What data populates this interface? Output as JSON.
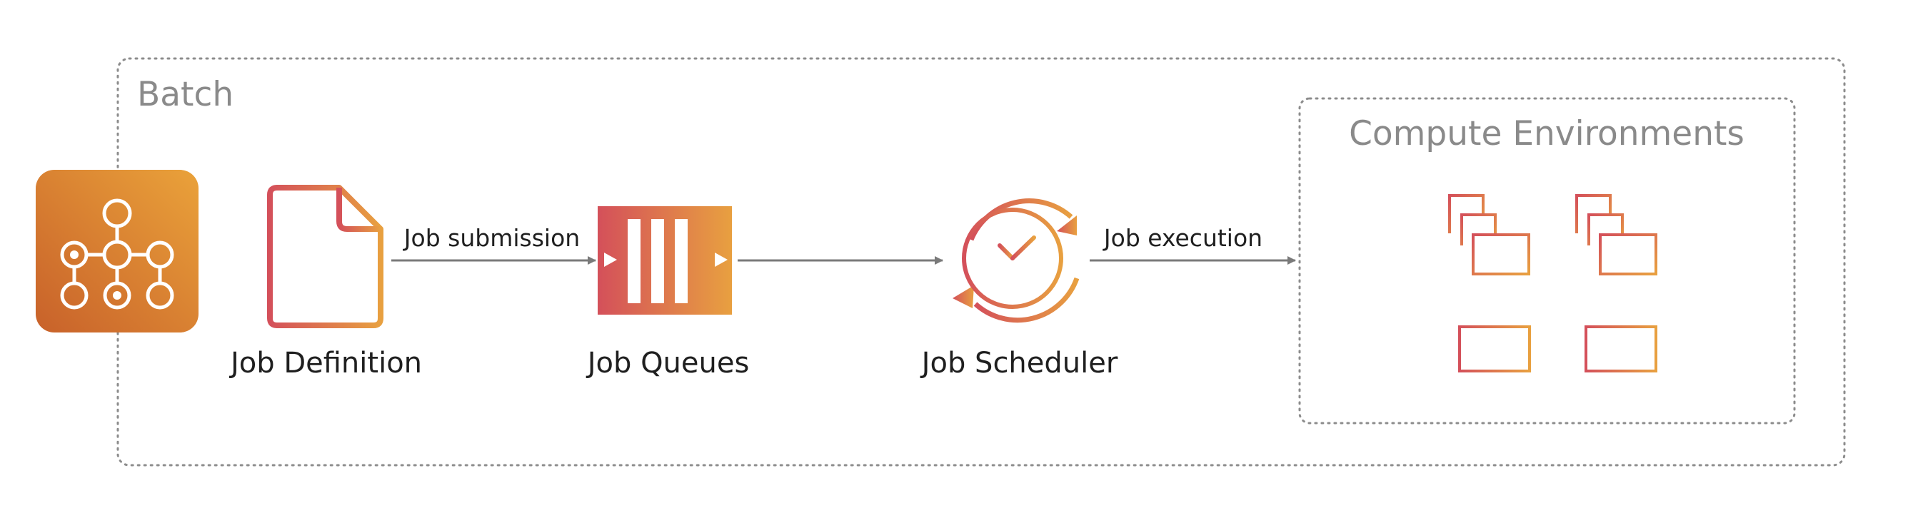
{
  "diagram": {
    "batch_group": {
      "label": "Batch"
    },
    "compute_group": {
      "label": "Compute Environments"
    },
    "nodes": {
      "job_definition": {
        "label": "Job Definition"
      },
      "job_queues": {
        "label": "Job Queues"
      },
      "job_scheduler": {
        "label": "Job Scheduler"
      }
    },
    "edges": {
      "submission": {
        "label": "Job submission"
      },
      "to_scheduler": {
        "label": ""
      },
      "execution": {
        "label": "Job execution"
      }
    },
    "icons": {
      "service": "aws-batch-service-icon",
      "job_definition": "document-icon",
      "job_queues": "queue-icon",
      "job_scheduler": "clock-cycle-icon",
      "instances": "instances-icon",
      "containers": "container-icon"
    },
    "colors": {
      "gradient_start": "#d4505a",
      "gradient_end": "#e8a040",
      "service_dark": "#c8612a",
      "service_light": "#eaa23a",
      "border": "#8c8c8c",
      "arrow": "#7a7a7a"
    }
  }
}
